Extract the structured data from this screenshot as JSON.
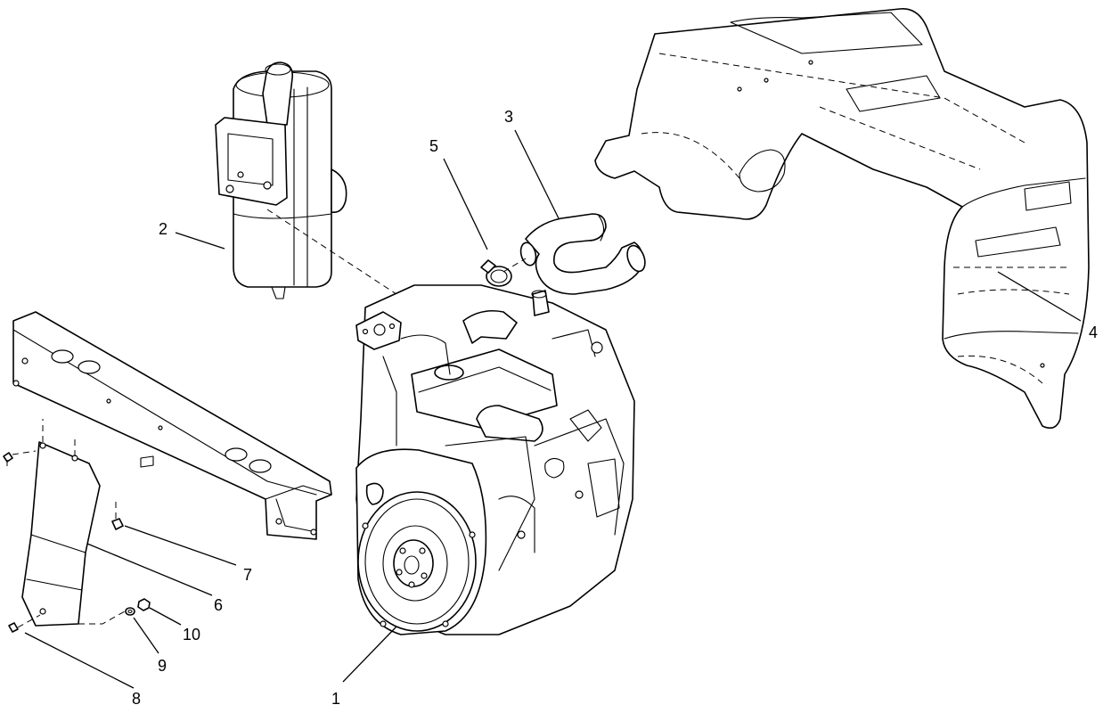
{
  "diagram": {
    "callouts": [
      {
        "id": "1",
        "label": "1"
      },
      {
        "id": "2",
        "label": "2"
      },
      {
        "id": "3",
        "label": "3"
      },
      {
        "id": "4",
        "label": "4"
      },
      {
        "id": "5",
        "label": "5"
      },
      {
        "id": "6",
        "label": "6"
      },
      {
        "id": "7",
        "label": "7"
      },
      {
        "id": "8",
        "label": "8"
      },
      {
        "id": "9",
        "label": "9"
      },
      {
        "id": "10",
        "label": "10"
      }
    ],
    "line_color": "#000000",
    "background_color": "#ffffff"
  }
}
